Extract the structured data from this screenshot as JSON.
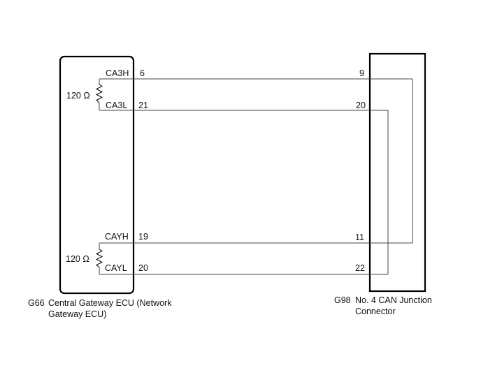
{
  "ecu": {
    "code": "G66",
    "name_line1": "Central Gateway ECU (Network",
    "name_line2": "Gateway ECU)",
    "resistor_top": "120 Ω",
    "resistor_bottom": "120 Ω",
    "pins": [
      {
        "signal": "CA3H",
        "pin": "6"
      },
      {
        "signal": "CA3L",
        "pin": "21"
      },
      {
        "signal": "CAYH",
        "pin": "19"
      },
      {
        "signal": "CAYL",
        "pin": "20"
      }
    ]
  },
  "connector": {
    "code": "G98",
    "name_line1": "No. 4 CAN Junction",
    "name_line2": "Connector",
    "pins": [
      "9",
      "20",
      "11",
      "22"
    ]
  },
  "colors": {
    "box_outline": "#000000",
    "wire": "#444444",
    "text": "#111111",
    "background": "#ffffff"
  }
}
